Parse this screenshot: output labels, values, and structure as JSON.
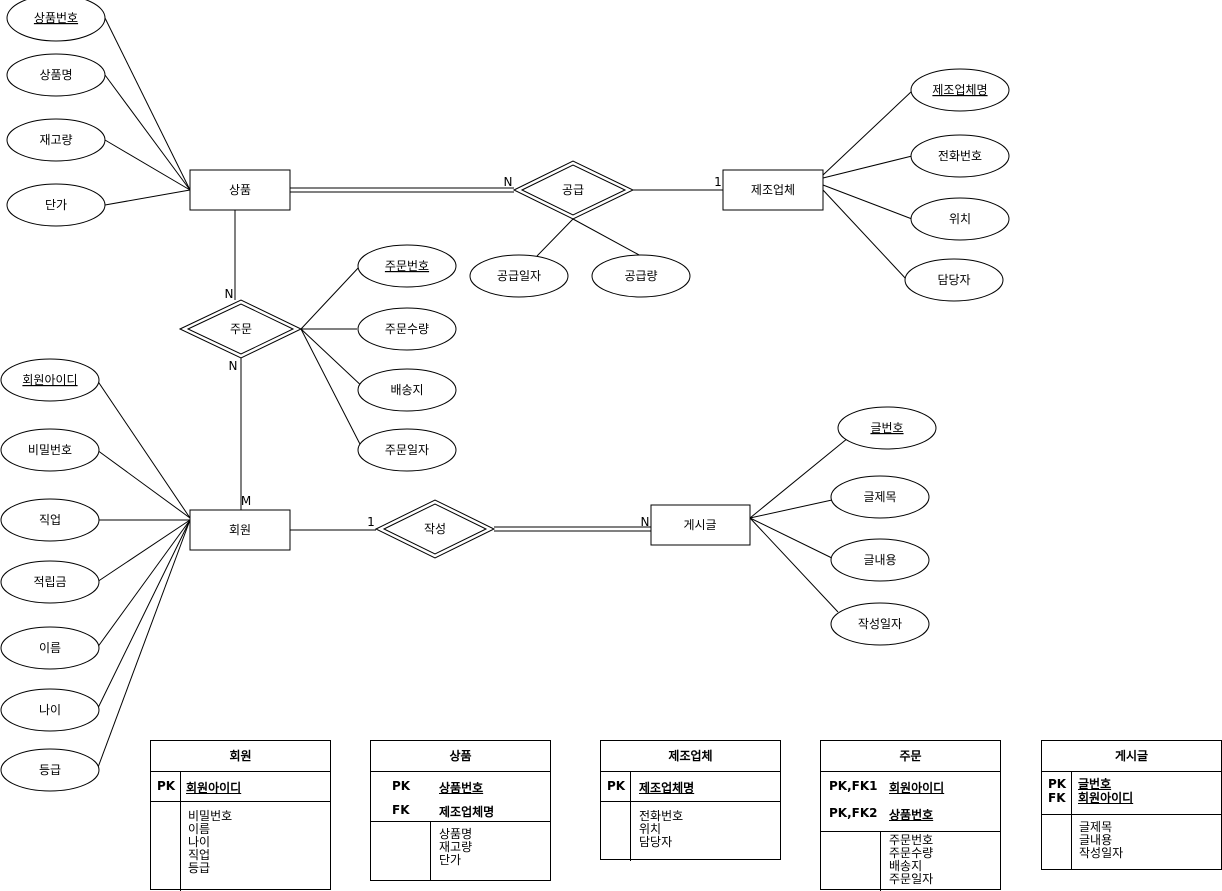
{
  "entities": {
    "product": "상품",
    "manufacturer": "제조업체",
    "member": "회원",
    "post": "게시글"
  },
  "relationships": {
    "supply": "공급",
    "order": "주문",
    "write": "작성"
  },
  "attributes": {
    "product": [
      "상품번호",
      "상품명",
      "재고량",
      "단가"
    ],
    "manufacturer": [
      "제조업체명",
      "전화번호",
      "위치",
      "담당자"
    ],
    "supply": [
      "공급일자",
      "공급량"
    ],
    "order": [
      "주문번호",
      "주문수량",
      "배송지",
      "주문일자"
    ],
    "member": [
      "회원아이디",
      "비밀번호",
      "직업",
      "적립금",
      "이름",
      "나이",
      "등급"
    ],
    "post": [
      "글번호",
      "글제목",
      "글내용",
      "작성일자"
    ]
  },
  "cardinality": {
    "supply_product": "N",
    "supply_manufacturer": "1",
    "order_product": "N",
    "order_member_top": "N",
    "order_member": "M",
    "write_member": "1",
    "write_post": "N"
  },
  "tables": [
    {
      "title": "회원",
      "keys": [
        {
          "tag": "PK",
          "name": "회원아이디"
        }
      ],
      "attrs": [
        "비밀번호",
        "이름",
        "나이",
        "직업",
        "등급"
      ]
    },
    {
      "title": "상품",
      "keys": [
        {
          "tag": "PK",
          "name": "상품번호"
        },
        {
          "tag": "FK",
          "name": "제조업체명"
        }
      ],
      "attrs": [
        "상품명",
        "재고량",
        "단가"
      ]
    },
    {
      "title": "제조업체",
      "keys": [
        {
          "tag": "PK",
          "name": "제조업체명"
        }
      ],
      "attrs": [
        "전화번호",
        "위치",
        "담당자"
      ]
    },
    {
      "title": "주문",
      "keys": [
        {
          "tag": "PK,FK1",
          "name": "회원아이디"
        },
        {
          "tag": "PK,FK2",
          "name": "상품번호"
        }
      ],
      "attrs": [
        "주문번호",
        "주문수량",
        "배송지",
        "주문일자"
      ]
    },
    {
      "title": "게시글",
      "keys": [
        {
          "tag": "PK\nFK",
          "name": "글번호\n회원아이디"
        }
      ],
      "attrs": [
        "글제목",
        "글내용",
        "작성일자"
      ]
    }
  ]
}
